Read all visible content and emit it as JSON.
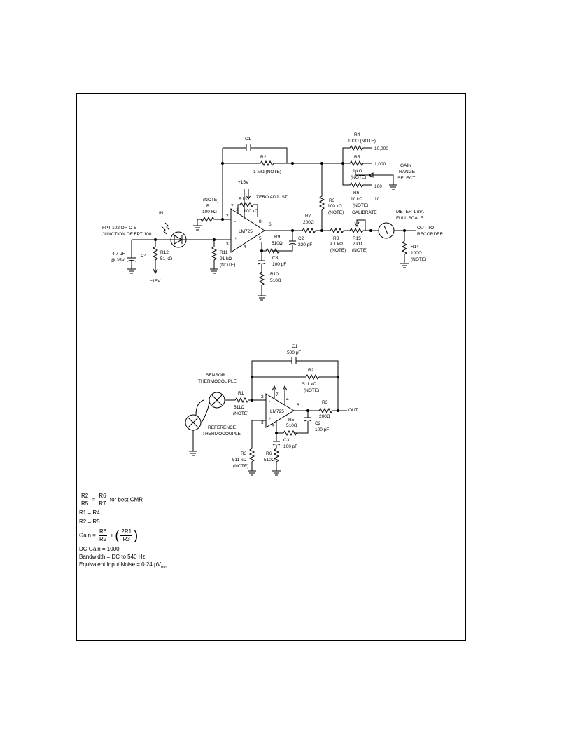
{
  "page_mark": ".",
  "circuit1": {
    "components": {
      "c1": "C1",
      "r2": "R2",
      "r2_val": "1 MΩ (NOTE)",
      "r4": "R4",
      "r4_val": "100Ω (NOTE)",
      "r5": "R5",
      "r5_val": "1 kΩ",
      "r5_note": "(NOTE)",
      "r6": "R6",
      "r6_val": "10 kΩ",
      "r6_note": "(NOTE)",
      "r1_note": "(NOTE)",
      "r1": "R1",
      "r1_val": "100 kΩ",
      "r13": "R13",
      "r13_val": "100 kΩ",
      "zero_adjust": "ZERO ADJUST",
      "plus15": "+15V",
      "opamp": "LM725",
      "pin7": "7",
      "pin1": "1",
      "pin8": "8",
      "pin2": "2",
      "pin3": "3",
      "pin6": "6",
      "pin5": "5",
      "pin4": "4",
      "minus": "-",
      "plus": "+",
      "r3": "R3",
      "r3_val": "100 kΩ",
      "r3_note": "(NOTE)",
      "r7": "R7",
      "r7_val": "200Ω",
      "r8": "R8",
      "r8_val": "9.1 kΩ",
      "r8_note": "(NOTE)",
      "r15": "R15",
      "r15_val": "2 kΩ",
      "r15_note": "(NOTE)",
      "calibrate": "CALIBRATE",
      "meter1": "METER 1 mA",
      "meter2": "FULL SCALE",
      "out1": "OUT TO",
      "out2": "RECORDER",
      "r14": "R14",
      "r14_val": "100Ω",
      "r14_note": "(NOTE)",
      "r9": "R9",
      "r9_val": "510Ω",
      "c2": "C2",
      "c2_val": "220 pF",
      "c3": "C3",
      "c3_val": "100 pF",
      "r10": "R10",
      "r10_val": "510Ω",
      "r11": "R11",
      "r11_val": "91 kΩ",
      "r11_note": "(NOTE)",
      "r12": "R12",
      "r12_val": "51 kΩ",
      "minus15": "−15V",
      "c4": "C4",
      "c4_val1": "4.7 μF",
      "c4_val2": "@ 35V",
      "in": "IN",
      "fpt1": "FPT 102 OR C-B",
      "fpt2": "JUNCTION OF FPT 100",
      "gain_10000": "10,000",
      "gain_1000": "1,000",
      "gain_100": "100",
      "gain_10": "10",
      "gain1": "GAIN",
      "gain2": "RANGE",
      "gain3": "SELECT"
    }
  },
  "circuit2": {
    "components": {
      "c1": "C1",
      "c1_val": "500 pF",
      "r2": "R2",
      "r2_val": "511 kΩ",
      "r2_note": "(NOTE)",
      "sensor1": "SENSOR",
      "sensor2": "THERMOCOUPLE",
      "r1": "R1",
      "r1_val": "511Ω",
      "r1_note": "(NOTE)",
      "ref1": "REFERENCE",
      "ref2": "THERMOCOUPLE",
      "opamp": "LM725",
      "pin2": "2",
      "pin3": "3",
      "pin7": "7",
      "pin4": "4",
      "pin6": "6",
      "pin5": "5",
      "minus": "-",
      "plus": "+",
      "r3_out": "R3",
      "r3_out_val": "200Ω",
      "out": "OUT",
      "r5": "R5",
      "r5_val": "510Ω",
      "c2": "C2",
      "c2_val": "100 pF",
      "c3": "C3",
      "c3_val": "100 pF",
      "r3": "R3",
      "r3_val": "511 kΩ",
      "r3_note": "(NOTE)",
      "r6": "R6",
      "r6_val": "510Ω"
    }
  },
  "notes": {
    "eq1_a_num": "R2",
    "eq1_a_den": "R5",
    "eq1_eq": "=",
    "eq1_b_num": "R6",
    "eq1_b_den": "R7",
    "eq1_text": "for best CMR",
    "eq2": "R1 = R4",
    "eq3": "R2 = R5",
    "gain_label": "Gain =",
    "gain_num": "R6",
    "gain_den": "R2",
    "gain_plus": "+",
    "gain2_num": "2R1",
    "gain2_den": "R3",
    "dc_gain": "DC Gain = 1000",
    "bandwidth": "Bandwidth = DC to 540 Hz",
    "noise_main": "Equivalent Input Noise = 0.24 μV",
    "noise_sub": "rms"
  }
}
